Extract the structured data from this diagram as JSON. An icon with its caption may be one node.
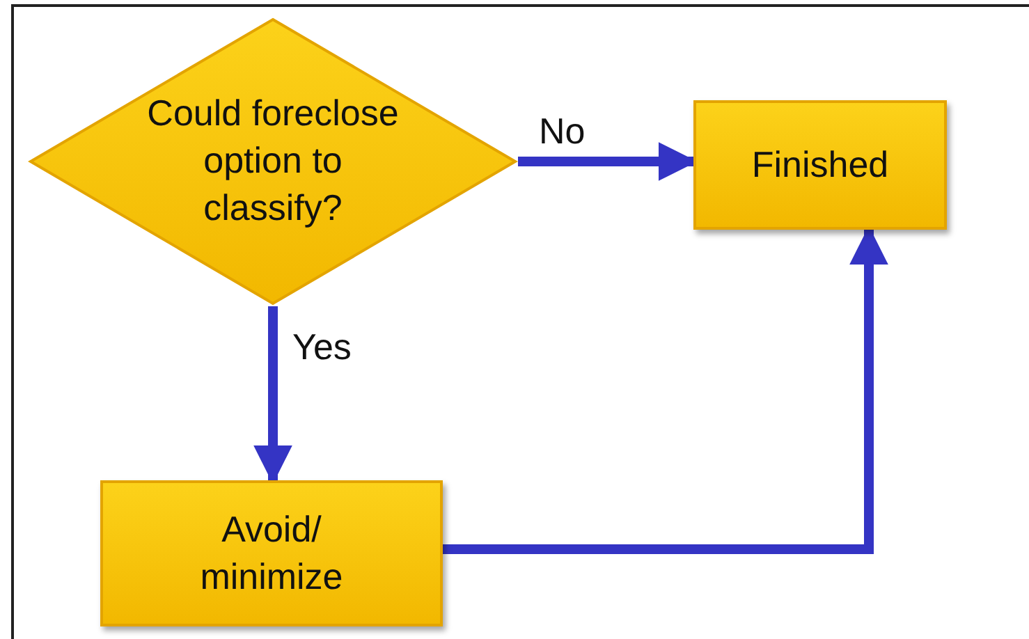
{
  "diagram": {
    "nodes": [
      {
        "text": [
          "Could foreclose option to classify?"
        ]
      },
      {
        "text": [
          "Finished"
        ]
      },
      {
        "text": [
          "Avoid/ minimize"
        ]
      }
    ],
    "edges": [
      {
        "from": 0,
        "to": 1,
        "arrow": "to",
        "label": "No"
      },
      {
        "from": 0,
        "to": 2,
        "arrow": "to",
        "label": "Yes"
      },
      {
        "from": 2,
        "to": 1,
        "arrow": "to"
      }
    ]
  }
}
